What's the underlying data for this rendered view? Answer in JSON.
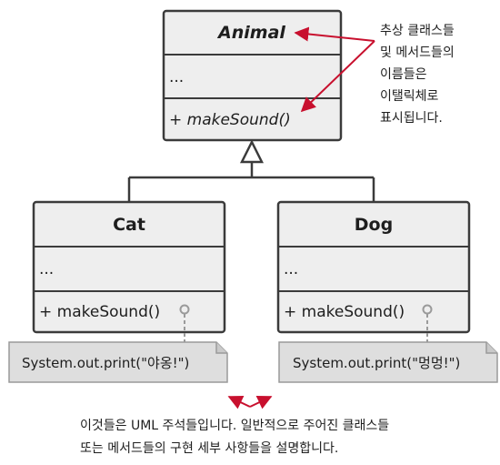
{
  "classes": {
    "animal": {
      "name": "Animal",
      "fields": "...",
      "method": "+ makeSound()"
    },
    "cat": {
      "name": "Cat",
      "fields": "...",
      "method": "+ makeSound()"
    },
    "dog": {
      "name": "Dog",
      "fields": "...",
      "method": "+ makeSound()"
    }
  },
  "notes": {
    "cat": "System.out.print(\"야옹!\")",
    "dog": "System.out.print(\"멍멍!\")"
  },
  "side_annotation": {
    "lines": [
      "추상 클래스들",
      "및 메서드들의",
      "이름들은",
      "이탤릭체로",
      "표시됩니다."
    ]
  },
  "bottom_annotation": {
    "lines": [
      "이것들은 UML 주석들입니다. 일반적으로 주어진 클래스들",
      "또는 메서드들의 구현 세부 사항들을 설명합니다."
    ]
  },
  "colors": {
    "class_fill": "#eeeeee",
    "note_fill": "#dedede",
    "outline": "#3b3b3b",
    "arrow": "#c8102e"
  }
}
